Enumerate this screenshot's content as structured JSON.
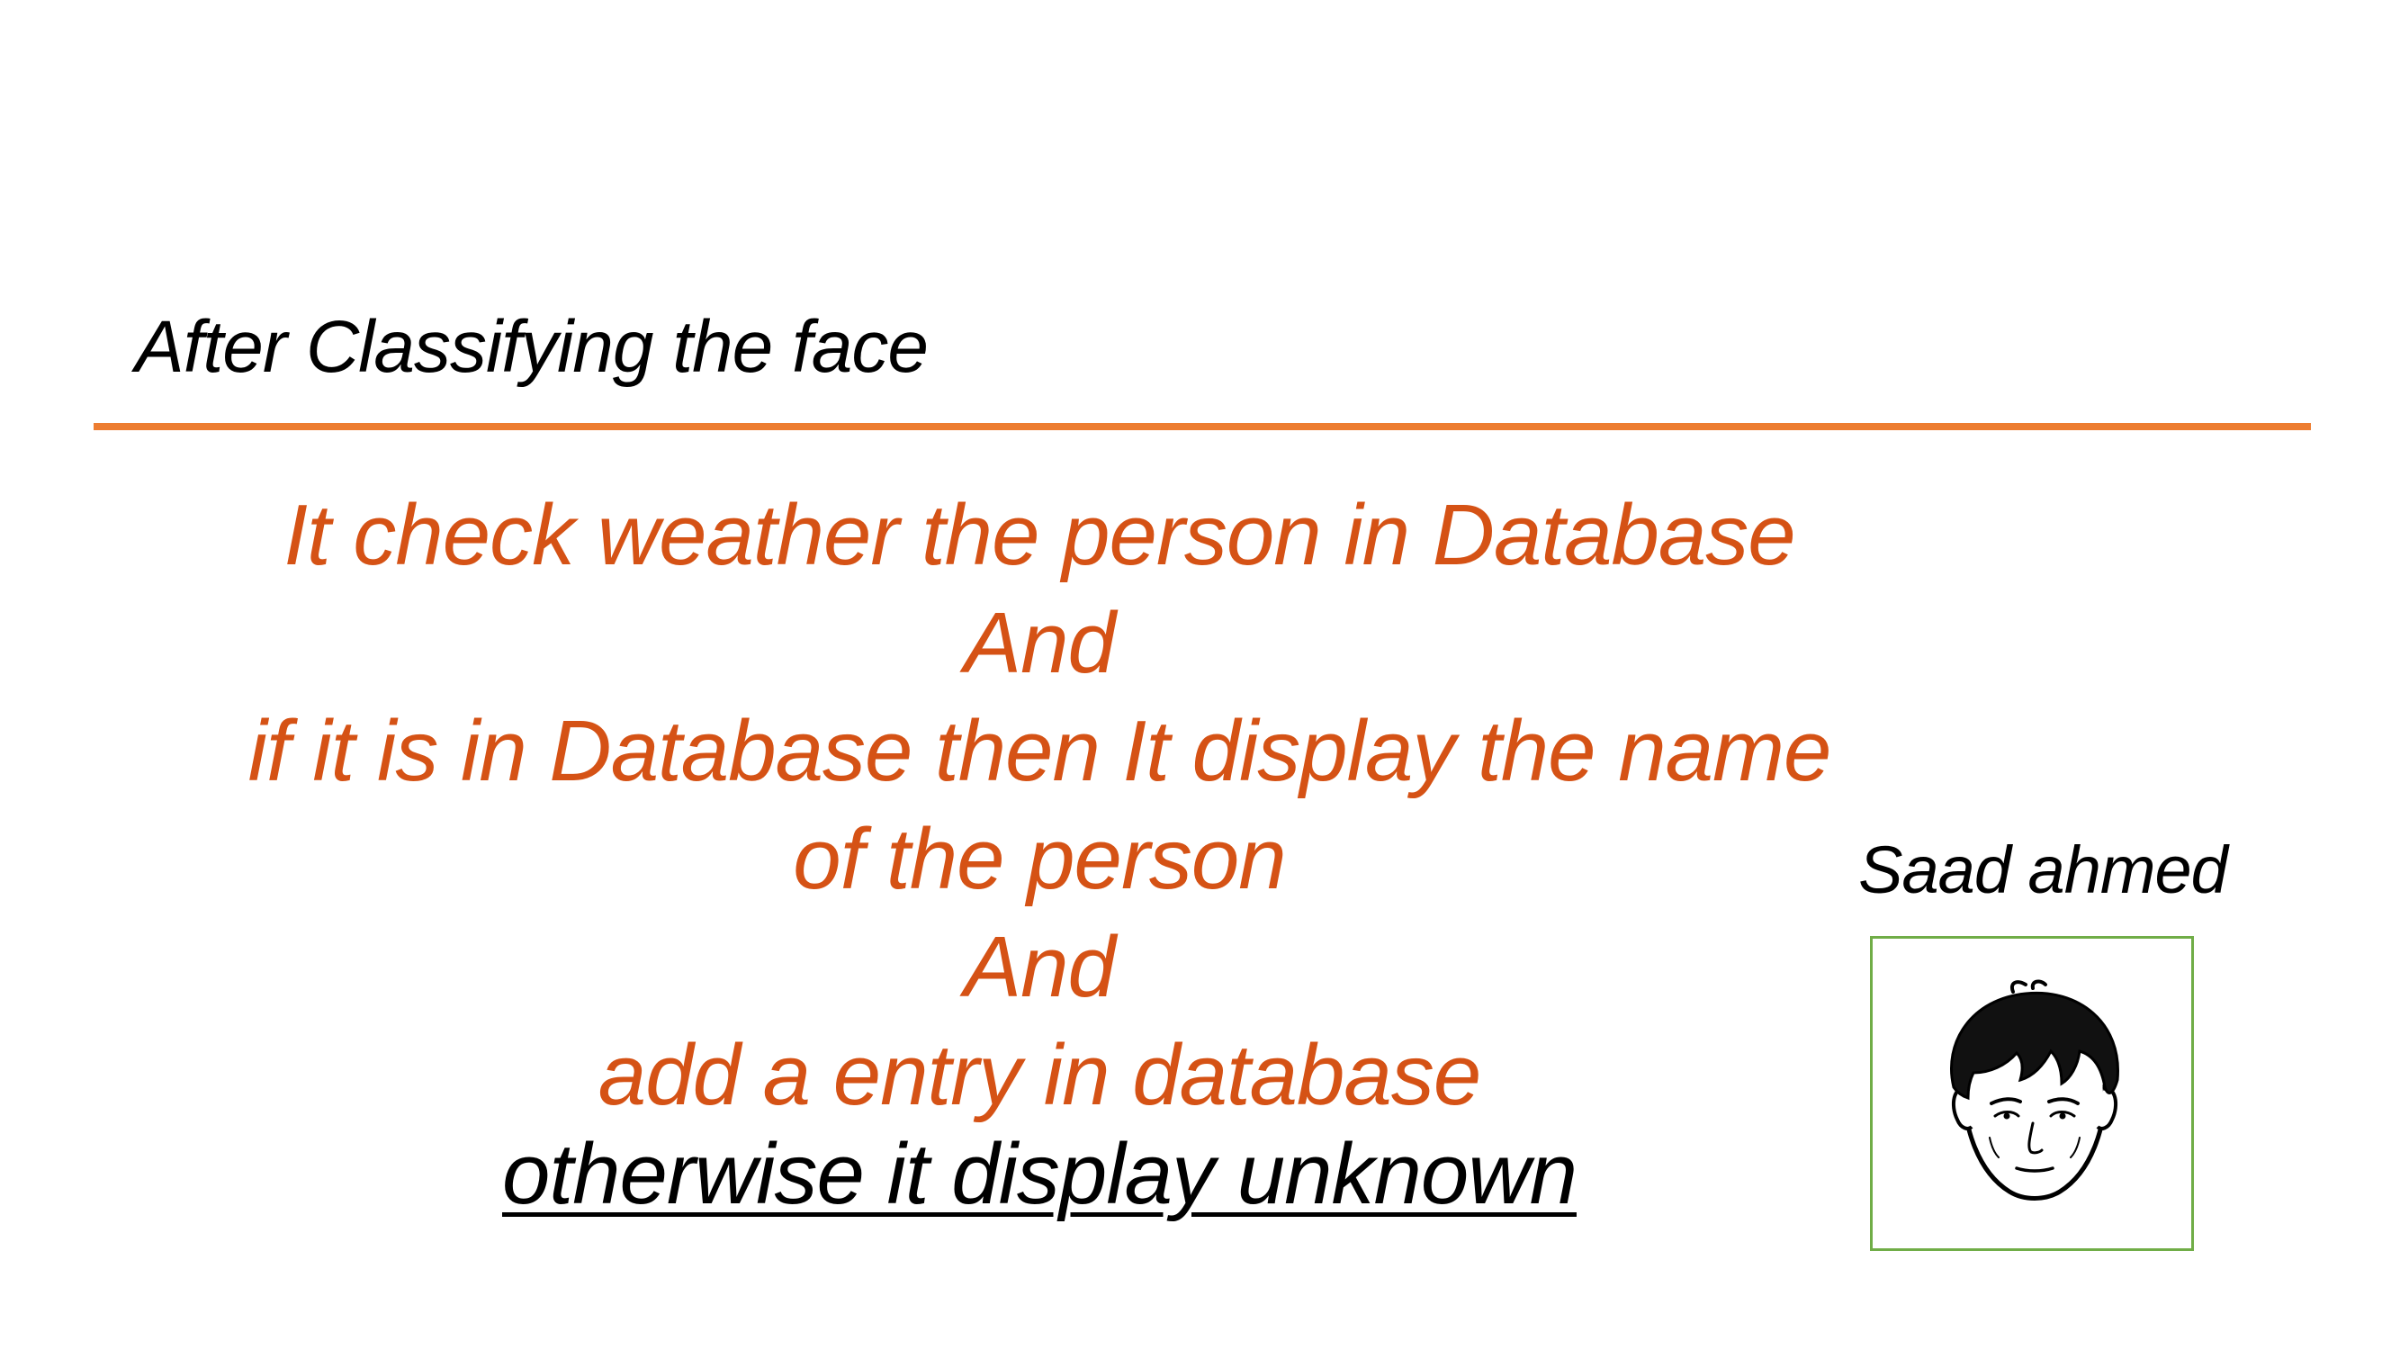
{
  "slide": {
    "title": "After Classifying the face",
    "accent_color": "#ED7D31",
    "body_color": "#D55215",
    "lines": [
      "It check weather the person in Database",
      "And",
      "if it is in Database then It display the name",
      "of the person",
      "And",
      "add  a entry in database"
    ],
    "last_line": "otherwise it display unknown"
  },
  "recognition_panel": {
    "person_name": "Saad ahmed",
    "frame_color": "#70AD47",
    "portrait_icon": "face-sketch-icon"
  }
}
